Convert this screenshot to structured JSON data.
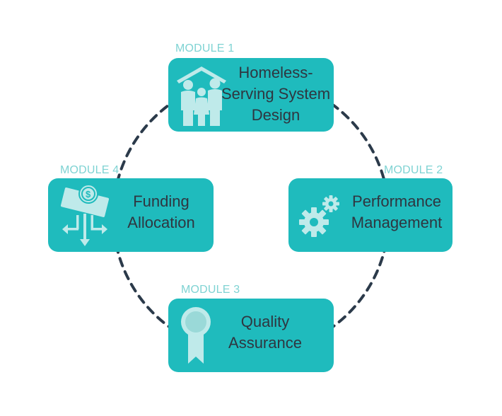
{
  "colors": {
    "box": "#1fbbbd",
    "label": "#7fd3d3",
    "title_text": "#2f3640",
    "connector": "#2b3a4a",
    "icon_light": "#bfeaea",
    "icon_medal": "#9ad9d8"
  },
  "modules": [
    {
      "id": "module-1",
      "label": "MODULE 1",
      "title_lines": [
        "Homeless-",
        "Serving System",
        "Design"
      ],
      "icon": "family-house-icon"
    },
    {
      "id": "module-2",
      "label": "MODULE 2",
      "title_lines": [
        "Performance",
        "Management"
      ],
      "icon": "gears-icon"
    },
    {
      "id": "module-3",
      "label": "MODULE 3",
      "title_lines": [
        "Quality",
        "Assurance"
      ],
      "icon": "award-ribbon-icon"
    },
    {
      "id": "module-4",
      "label": "MODULE 4",
      "title_lines": [
        "Funding",
        "Allocation"
      ],
      "icon": "money-distribution-icon"
    }
  ]
}
